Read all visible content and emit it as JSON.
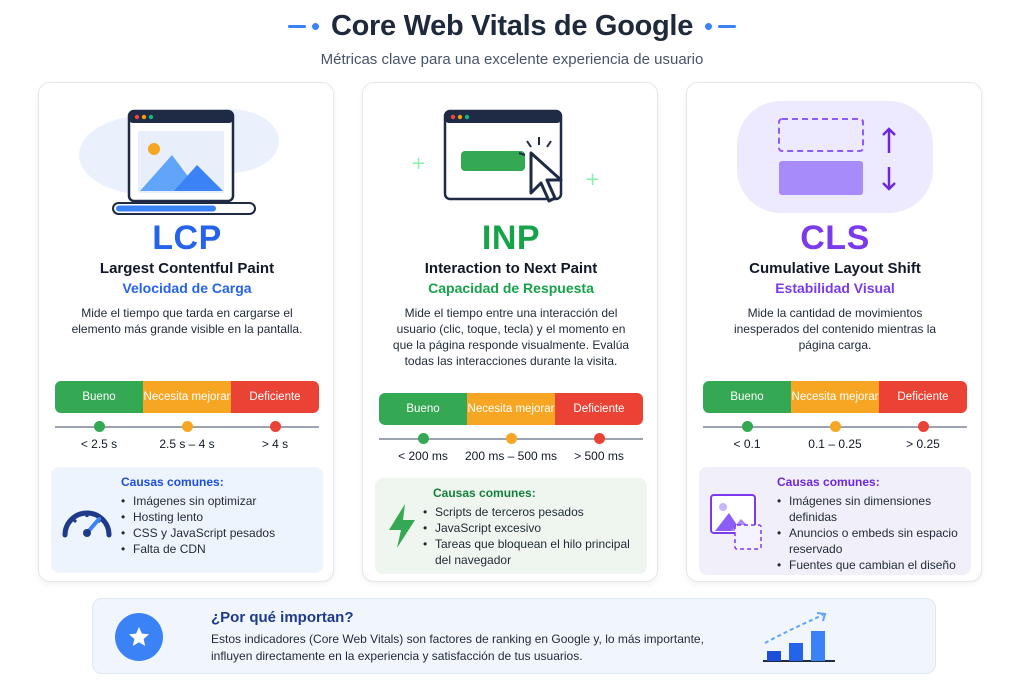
{
  "header": {
    "title": "Core Web Vitals de Google",
    "subtitle": "Métricas clave para una excelente experiencia de usuario"
  },
  "colors": {
    "blue": "#2563eb",
    "green": "#16a34a",
    "purple": "#7c3aed",
    "good": "#34a853",
    "mid": "#f6a623",
    "bad": "#ea4335"
  },
  "metrics": [
    {
      "acronym": "LCP",
      "name": "Largest Contentful Paint",
      "category": "Velocidad de Carga",
      "description": "Mide el tiempo que tarda en cargarse el elemento más grande visible en la pantalla.",
      "icon": "browser-image-loading-icon",
      "ratings": [
        "Bueno",
        "Necesita mejorar",
        "Deficiente"
      ],
      "thresholds": [
        "< 2.5 s",
        "2.5 s – 4 s",
        "> 4 s"
      ],
      "causes_title": "Causas comunes:",
      "causes": [
        "Imágenes sin optimizar",
        "Hosting lento",
        "CSS y JavaScript pesados",
        "Falta de CDN"
      ],
      "causes_icon": "speedometer-icon"
    },
    {
      "acronym": "INP",
      "name": "Interaction to Next Paint",
      "category": "Capacidad de Respuesta",
      "description": "Mide el tiempo entre una interacción del usuario (clic, toque, tecla) y el momento en que la página responde visualmente. Evalúa todas las interacciones durante la visita.",
      "icon": "cursor-click-icon",
      "ratings": [
        "Bueno",
        "Necesita mejorar",
        "Deficiente"
      ],
      "thresholds": [
        "< 200 ms",
        "200 ms – 500 ms",
        "> 500 ms"
      ],
      "causes_title": "Causas comunes:",
      "causes": [
        "Scripts de terceros pesados",
        "JavaScript excesivo",
        "Tareas que bloquean el hilo principal del navegador"
      ],
      "causes_icon": "lightning-icon"
    },
    {
      "acronym": "CLS",
      "name": "Cumulative Layout Shift",
      "category": "Estabilidad Visual",
      "description": "Mide la cantidad de movimientos inesperados del contenido mientras la página carga.",
      "icon": "layout-shift-icon",
      "ratings": [
        "Bueno",
        "Necesita mejorar",
        "Deficiente"
      ],
      "thresholds": [
        "< 0.1",
        "0.1 – 0.25",
        "> 0.25"
      ],
      "causes_title": "Causas comunes:",
      "causes": [
        "Imágenes sin dimensiones definidas",
        "Anuncios o embeds sin espacio reservado",
        "Fuentes que cambian el diseño"
      ],
      "causes_icon": "image-placeholder-icon"
    }
  ],
  "why": {
    "title": "¿Por qué importan?",
    "text": "Estos indicadores (Core Web Vitals) son factores de ranking en Google y, lo más importante, influyen directamente en la experiencia y satisfacción de tus usuarios.",
    "icon": "star-badge-icon",
    "chart_icon": "growth-bar-chart-icon"
  }
}
